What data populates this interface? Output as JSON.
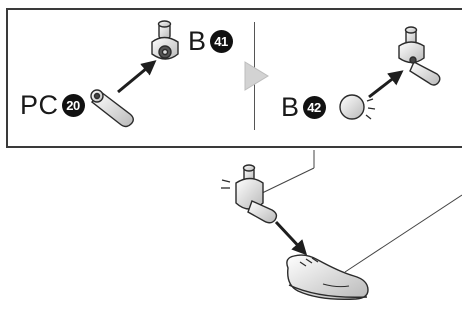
{
  "parts": {
    "top_left": {
      "letter": "B",
      "number": "41"
    },
    "bottom_left": {
      "letter": "PC",
      "number": "20"
    },
    "right": {
      "letter": "B",
      "number": "42"
    }
  },
  "icons": [
    "ball-joint-part-icon",
    "peg-part-icon",
    "arrow-icon",
    "next-step-triangle-icon",
    "ball-part-icon",
    "assembled-joint-icon",
    "sneaker-foot-icon"
  ],
  "colors": {
    "line": "#2b2b2b",
    "part_fill": "#f4f4f4",
    "part_shade": "#bdbdbd",
    "arrow_gray": "#c8c8c8"
  }
}
